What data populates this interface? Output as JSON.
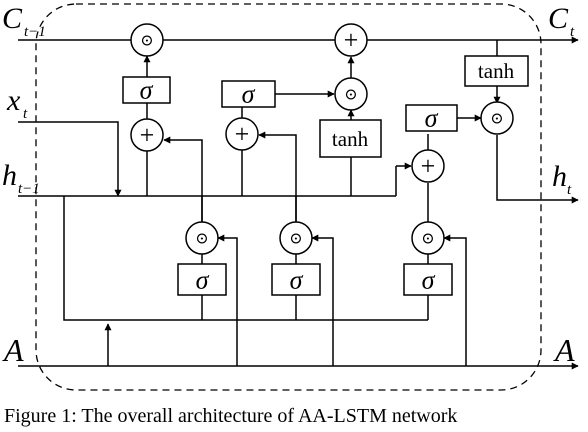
{
  "labels": {
    "c_prev_base": "C",
    "c_prev_sub": "t−1",
    "c_next_base": "C",
    "c_next_sub": "t",
    "x_base": "x",
    "x_sub": "t",
    "h_prev_base": "h",
    "h_prev_sub": "t−1",
    "h_next_base": "h",
    "h_next_sub": "t",
    "a_in": "A",
    "a_out": "A"
  },
  "ops": {
    "multiply": "⊙",
    "add": "+",
    "sigma": "σ",
    "tanh": "tanh"
  },
  "caption": "Figure 1: The overall architecture of AA-LSTM network"
}
